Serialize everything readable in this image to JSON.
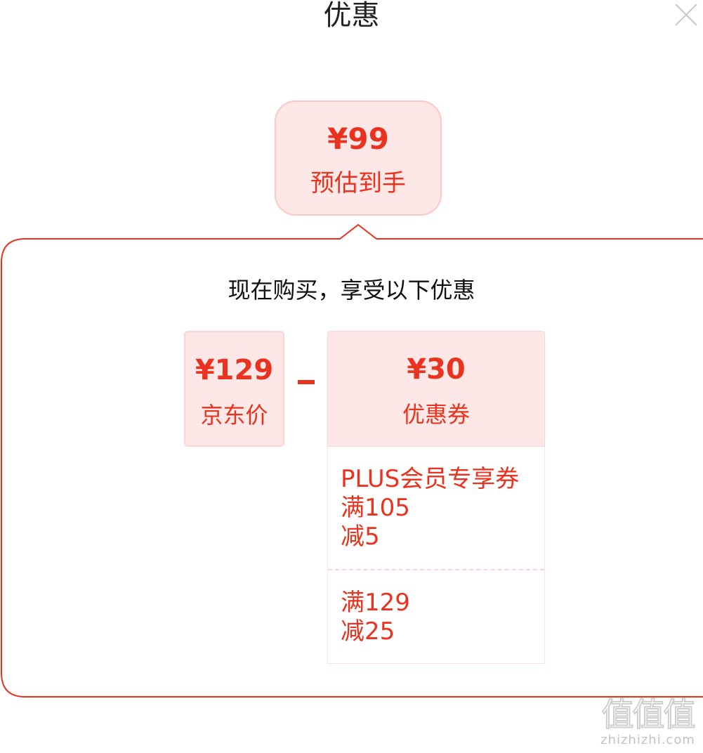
{
  "dialog": {
    "title": "优惠",
    "close_icon": "close-icon"
  },
  "final": {
    "price": "¥99",
    "label": "预估到手"
  },
  "panel": {
    "title": "现在购买，享受以下优惠"
  },
  "jd": {
    "price": "¥129",
    "label": "京东价"
  },
  "operator": "minus-icon",
  "coupon": {
    "total": "¥30",
    "label": "优惠券",
    "items": [
      {
        "lines": [
          "PLUS会员专享券",
          "满105",
          "减5"
        ]
      },
      {
        "lines": [
          "满129",
          "减25"
        ]
      }
    ]
  },
  "watermark": {
    "logo": "值值值",
    "url": "zhizhizhi.com"
  },
  "colors": {
    "accent": "#e9331e",
    "pink_fill": "#fde8e7",
    "pink_border": "#fbd5d2"
  }
}
